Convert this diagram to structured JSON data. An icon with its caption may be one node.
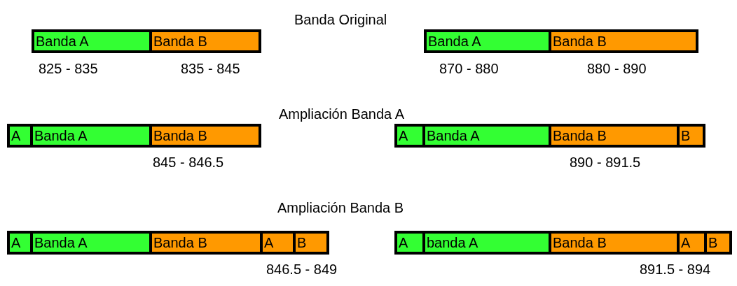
{
  "diagram": {
    "nodes": [
      {
        "text": [
          "Banda A"
        ]
      },
      {
        "text": [
          "Banda B"
        ]
      },
      {
        "text": [
          "Banda A"
        ]
      },
      {
        "text": [
          "Banda B"
        ]
      },
      {
        "text": [
          "A"
        ]
      },
      {
        "text": [
          "Banda A"
        ]
      },
      {
        "text": [
          "Banda B"
        ]
      },
      {
        "text": [
          "A"
        ]
      },
      {
        "text": [
          "Banda A"
        ]
      },
      {
        "text": [
          "Banda B"
        ]
      },
      {
        "text": [
          "B"
        ]
      },
      {
        "text": [
          "A"
        ]
      },
      {
        "text": [
          "Banda A"
        ]
      },
      {
        "text": [
          "Banda B"
        ]
      },
      {
        "text": [
          "A"
        ]
      },
      {
        "text": [
          "B"
        ]
      },
      {
        "text": [
          "A"
        ]
      },
      {
        "text": [
          "banda A"
        ]
      },
      {
        "text": [
          "Banda B"
        ]
      },
      {
        "text": [
          "A"
        ]
      },
      {
        "text": [
          "B"
        ]
      }
    ],
    "labels": [
      "Banda Original",
      "825 - 835",
      "835 - 845",
      "870 - 880",
      "880 - 890",
      "Ampliación Banda A",
      "845 - 846.5",
      "890 - 891.5",
      "Ampliación Banda B",
      "846.5 - 849",
      "891.5 - 894"
    ]
  }
}
